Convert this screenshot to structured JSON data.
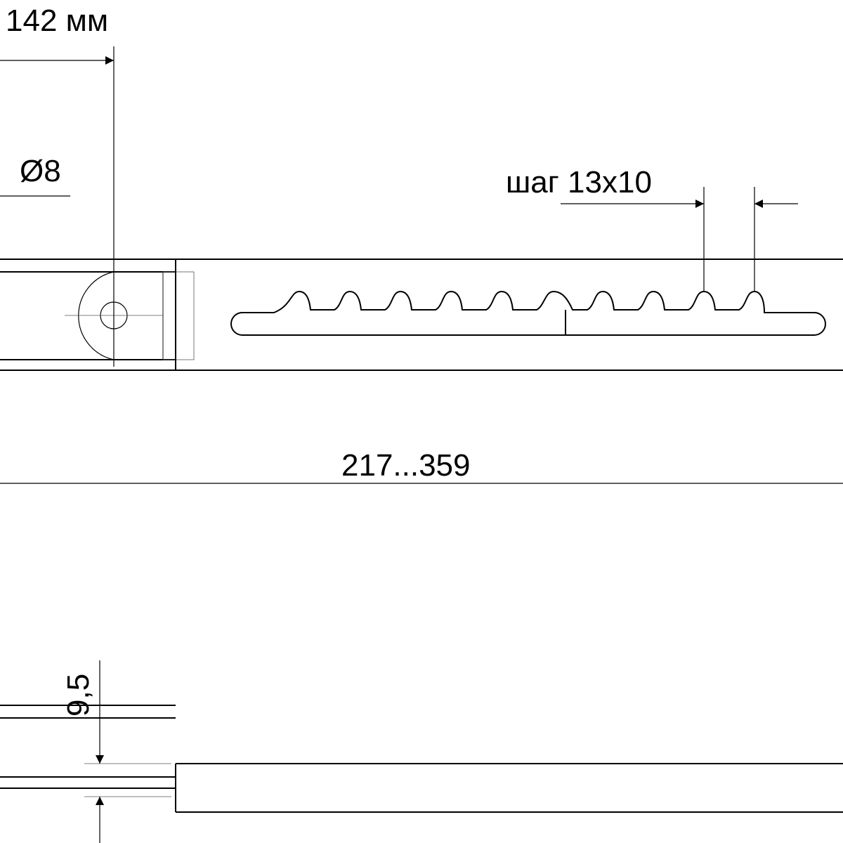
{
  "dimensions": {
    "offset_label": "142 мм",
    "hole_label": "Ø8",
    "pitch_label": "шаг 13х10",
    "length_label": "217...359",
    "thickness_label": "9,5"
  },
  "colors": {
    "line": "#000000",
    "background": "#ffffff"
  }
}
